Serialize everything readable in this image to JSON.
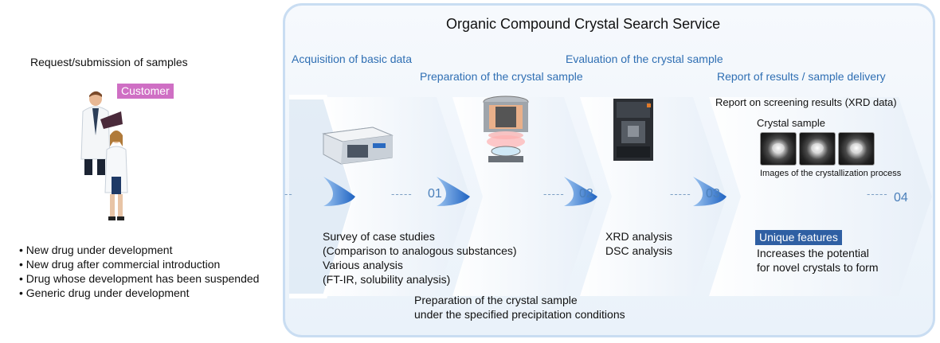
{
  "title": "Organic Compound Crystal Search Service",
  "customer": {
    "request_label": "Request/submission of samples",
    "badge": "Customer",
    "bullets": [
      "• New drug under development",
      "• New drug after commercial introduction",
      "• Drug whose development has been suspended",
      "• Generic drug under development"
    ]
  },
  "steps": [
    {
      "title": "Acquisition of basic data",
      "number": "01",
      "lines": [
        "Survey of case studies",
        "(Comparison to analogous substances)",
        "Various analysis",
        "(FT-IR, solubility analysis)"
      ]
    },
    {
      "title": "Preparation of the crystal sample",
      "number": "02",
      "lines": [
        "Preparation of the crystal sample",
        "under the specified precipitation conditions"
      ]
    },
    {
      "title": "Evaluation of the crystal sample",
      "number": "03",
      "lines": [
        "XRD analysis",
        "DSC analysis"
      ]
    },
    {
      "title": "Report of results / sample delivery",
      "number": "04",
      "report_label": "Report on screening results (XRD data)",
      "crystal_label": "Crystal sample",
      "images_caption": "Images of  the crystallization process",
      "unique_badge": "Unique features",
      "lines": [
        "Increases the potential",
        "for novel crystals to form"
      ]
    }
  ],
  "colors": {
    "accent": "#2f6fb3",
    "customer_badge": "#cf6fc4",
    "unique_badge": "#2f5fa3",
    "panel_border": "#c9ddf2"
  }
}
